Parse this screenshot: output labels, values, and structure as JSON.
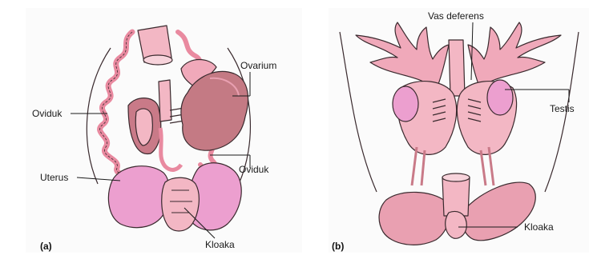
{
  "colors": {
    "organ_light": "#f3b7c4",
    "organ_mid": "#e9a0b1",
    "organ_dark": "#c97a88",
    "ovary": "#c47a84",
    "kidney_pink": "#ec9fcf",
    "outline": "#3a2a2e",
    "panel_bg": "#fbfbfb",
    "label": "#1a1a1a"
  },
  "panel_a": {
    "tag": "(a)",
    "labels": {
      "ovarium": "Ovarium",
      "oviduk_left": "Oviduk",
      "oviduk_right": "Oviduk",
      "uterus": "Uterus",
      "kloaka": "Kloaka"
    }
  },
  "panel_b": {
    "tag": "(b)",
    "labels": {
      "vas_deferens": "Vas deferens",
      "testis": "Testis",
      "kloaka": "Kloaka"
    }
  }
}
